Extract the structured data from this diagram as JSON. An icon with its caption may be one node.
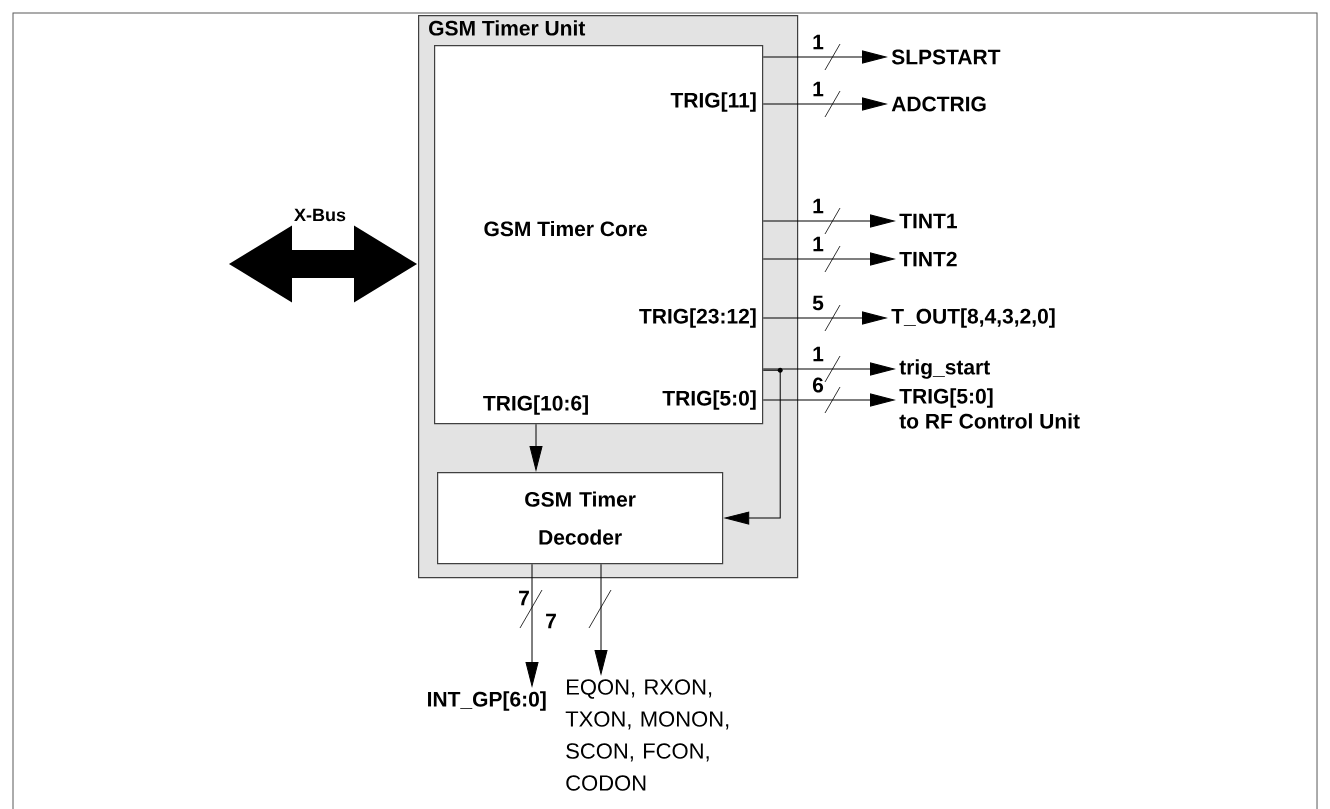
{
  "diagram": {
    "nodes": [
      {
        "text": [
          "GSM Timer Unit"
        ]
      },
      {
        "text": [
          "GSM Timer Core"
        ],
        "in": 0
      },
      {
        "text": [
          "GSM Timer Decoder"
        ],
        "in": 0
      },
      {
        "text": [
          "SLPSTART"
        ]
      },
      {
        "text": [
          "ADCTRIG"
        ]
      },
      {
        "text": [
          "TINT1"
        ]
      },
      {
        "text": [
          "TINT2"
        ]
      },
      {
        "text": [
          "T_OUT[8,4,3,2,0]"
        ]
      },
      {
        "text": [
          "trig_start"
        ]
      },
      {
        "text": [
          "TRIG[5:0]",
          "to RF Control Unit"
        ]
      },
      {
        "text": [
          "INT_GP[6:0]"
        ]
      },
      {
        "text": [
          "EQON, RXON, TXON, MONON, SCON, FCON, CODON"
        ]
      }
    ],
    "edges": [
      {
        "from": 1,
        "to": 3,
        "arrow": "to",
        "label": "1"
      },
      {
        "from": 1,
        "to": 4,
        "arrow": "to",
        "label": "1"
      },
      {
        "from": 1,
        "to": 5,
        "arrow": "to",
        "label": "1"
      },
      {
        "from": 1,
        "to": 6,
        "arrow": "to",
        "label": "1"
      },
      {
        "from": 1,
        "to": 7,
        "arrow": "to",
        "label": "5"
      },
      {
        "from": 1,
        "to": 8,
        "arrow": "to",
        "label": "1"
      },
      {
        "from": 1,
        "to": 9,
        "arrow": "to",
        "label": "6"
      },
      {
        "from": 1,
        "to": 2,
        "arrow": "to"
      },
      {
        "from": 1,
        "to": 2,
        "arrow": "to"
      },
      {
        "from": 2,
        "to": 10,
        "arrow": "to",
        "label": "7"
      },
      {
        "from": 2,
        "to": 11,
        "arrow": "to"
      },
      {
        "from": null,
        "to": 0,
        "arrow": "both",
        "label": "X-Bus",
        "style": "thick"
      }
    ],
    "labels": [
      "TRIG[11]",
      "TRIG[23:12]",
      "TRIG[10:6]",
      "TRIG[5:0]",
      "7"
    ]
  }
}
